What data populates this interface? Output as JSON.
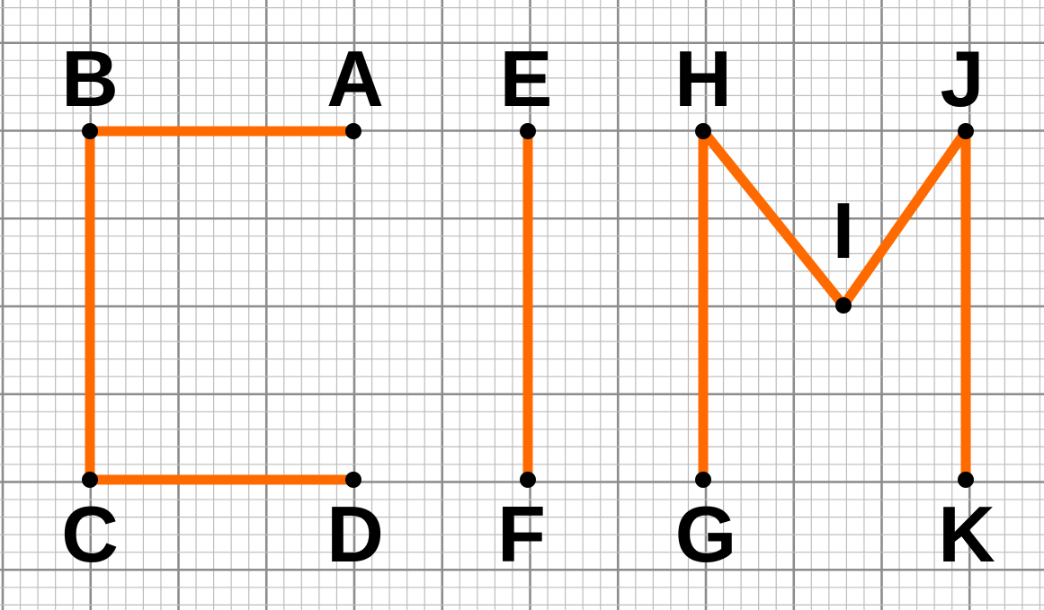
{
  "colors": {
    "background": "#ffffff",
    "grid_minor": "#bdbdbd",
    "grid_major": "#8c8c8c",
    "segment": "#ff6a00",
    "point": "#000000"
  },
  "points": {
    "A": {
      "label": "A"
    },
    "B": {
      "label": "B"
    },
    "C": {
      "label": "C"
    },
    "D": {
      "label": "D"
    },
    "E": {
      "label": "E"
    },
    "F": {
      "label": "F"
    },
    "G": {
      "label": "G"
    },
    "H": {
      "label": "H"
    },
    "I": {
      "label": "I"
    },
    "J": {
      "label": "J"
    },
    "K": {
      "label": "K"
    }
  },
  "segments": [
    [
      "A",
      "B"
    ],
    [
      "B",
      "C"
    ],
    [
      "C",
      "D"
    ],
    [
      "E",
      "F"
    ],
    [
      "G",
      "H"
    ],
    [
      "H",
      "I"
    ],
    [
      "I",
      "J"
    ],
    [
      "J",
      "K"
    ]
  ]
}
